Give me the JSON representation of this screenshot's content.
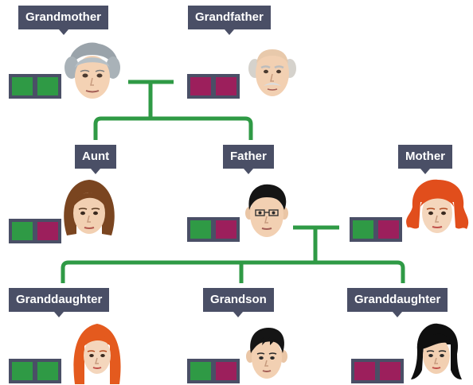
{
  "colors": {
    "line": "#2f9a45",
    "label_bg": "#4a4f66",
    "gene_green": "#2f9a45",
    "gene_magenta": "#9c1f5c"
  },
  "people": {
    "grandmother": {
      "label": "Grandmother",
      "genes": [
        "green",
        "green"
      ]
    },
    "grandfather": {
      "label": "Grandfather",
      "genes": [
        "magenta",
        "magenta"
      ]
    },
    "aunt": {
      "label": "Aunt",
      "genes": [
        "green",
        "magenta"
      ]
    },
    "father": {
      "label": "Father",
      "genes": [
        "green",
        "magenta"
      ]
    },
    "mother": {
      "label": "Mother",
      "genes": [
        "green",
        "magenta"
      ]
    },
    "granddaughter1": {
      "label": "Granddaughter",
      "genes": [
        "green",
        "green"
      ]
    },
    "grandson": {
      "label": "Grandson",
      "genes": [
        "green",
        "magenta"
      ]
    },
    "granddaughter2": {
      "label": "Granddaughter",
      "genes": [
        "magenta",
        "magenta"
      ]
    }
  }
}
